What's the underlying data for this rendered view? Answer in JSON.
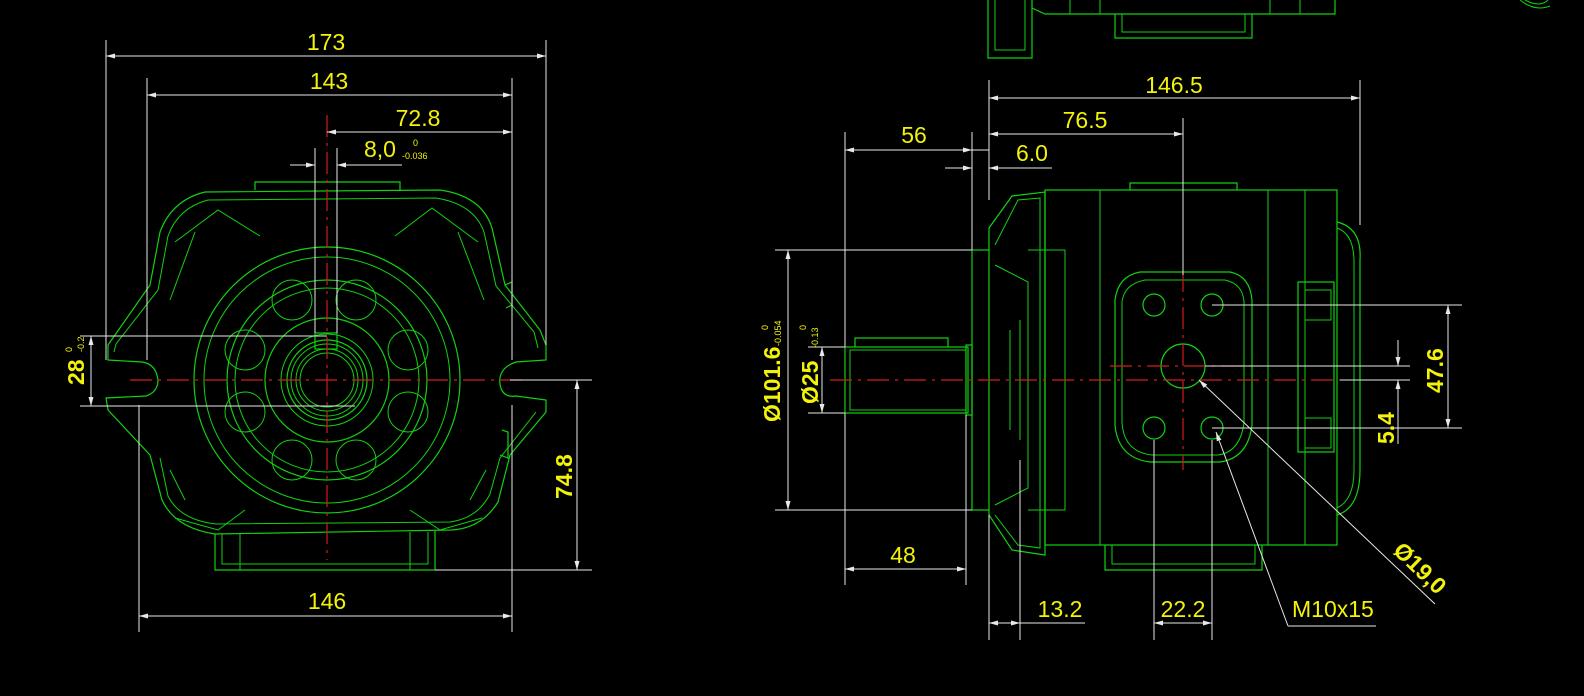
{
  "front_view": {
    "dims": {
      "width_173": "173",
      "width_143": "143",
      "offset_72_8": "72.8",
      "key_width": "8,0",
      "key_tol_upper": "0",
      "key_tol_lower": "-0.036",
      "height_28": "28",
      "height_28_tol_upper": "0",
      "height_28_tol_lower": "-0.2",
      "height_74_8": "74.8",
      "base_146": "146"
    }
  },
  "side_view": {
    "dims": {
      "length_146_5": "146.5",
      "length_76_5": "76.5",
      "shaft_56": "56",
      "flange_6_0": "6.0",
      "pilot_dia": "Ø101.6",
      "pilot_tol_upper": "0",
      "pilot_tol_lower": "-0.054",
      "shaft_dia": "Ø25",
      "shaft_tol_upper": "0",
      "shaft_tol_lower": "-0.13",
      "key_len_48": "48",
      "offset_13_2": "13.2",
      "bolt_22_2": "22.2",
      "thread": "M10x15",
      "port_dia": "Ø19,0",
      "bolt_47_6": "47.6",
      "offset_5_4": "5.4"
    }
  }
}
